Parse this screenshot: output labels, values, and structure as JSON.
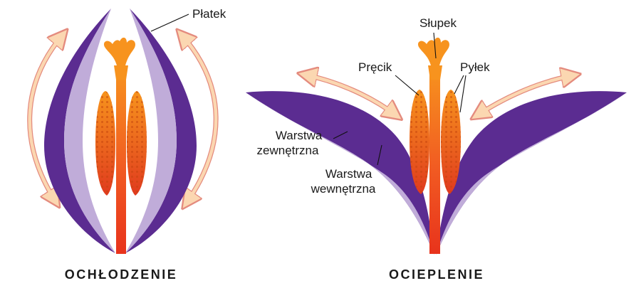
{
  "panels": {
    "cooling": {
      "caption": "OCHŁODZENIE"
    },
    "warming": {
      "caption": "OCIEPLENIE"
    }
  },
  "labels": {
    "petal": "Płatek",
    "pistil": "Słupek",
    "stamen": "Pręcik",
    "pollen": "Pyłek",
    "outer_layer": [
      "Warstwa",
      "zewnętrzna"
    ],
    "inner_layer": [
      "Warstwa",
      "wewnętrzna"
    ]
  },
  "colors": {
    "petal_outer": "#5b2c91",
    "petal_inner": "#c0acd9",
    "anther": "#ee6a1e",
    "filament": "#f7931e",
    "stem_base": "#e8331c",
    "arrow": "#fbd7b1"
  }
}
